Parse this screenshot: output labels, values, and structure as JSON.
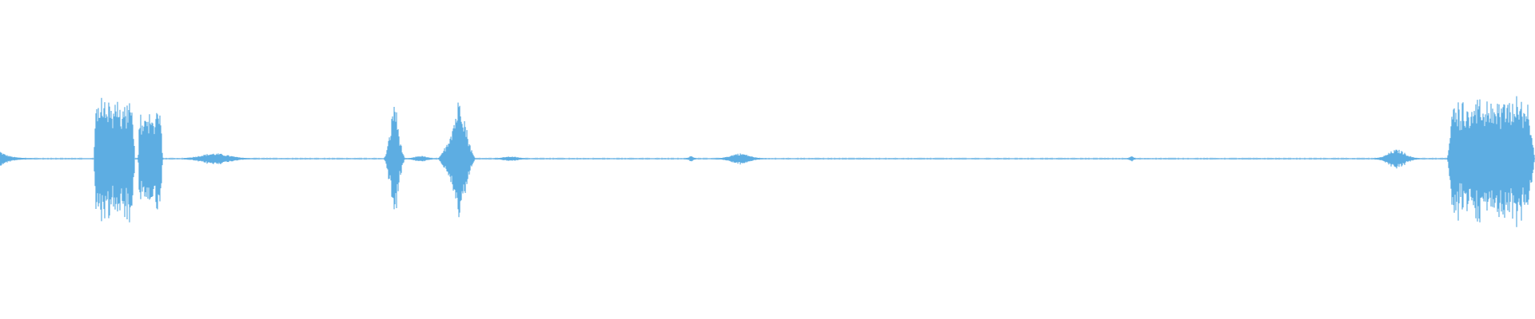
{
  "waveform": {
    "color": "#5dade2",
    "background": "#ffffff",
    "bursts": [
      {
        "name": "burst-1",
        "start": 0.0,
        "end": 0.022,
        "amp": 0.06,
        "peak": 0.3,
        "shape": "decay"
      },
      {
        "name": "burst-2",
        "start": 0.061,
        "end": 0.088,
        "amp": 0.5,
        "peak": 0.2,
        "shape": "block"
      },
      {
        "name": "burst-3",
        "start": 0.09,
        "end": 0.106,
        "amp": 0.4,
        "peak": 0.5,
        "shape": "block"
      },
      {
        "name": "burst-4",
        "start": 0.12,
        "end": 0.17,
        "amp": 0.04,
        "peak": 0.4,
        "shape": "bump"
      },
      {
        "name": "burst-5",
        "start": 0.25,
        "end": 0.264,
        "amp": 0.52,
        "peak": 0.5,
        "shape": "spike"
      },
      {
        "name": "burst-6",
        "start": 0.264,
        "end": 0.284,
        "amp": 0.02,
        "peak": 0.5,
        "shape": "bump"
      },
      {
        "name": "burst-7",
        "start": 0.285,
        "end": 0.31,
        "amp": 0.55,
        "peak": 0.6,
        "shape": "spike"
      },
      {
        "name": "burst-8",
        "start": 0.32,
        "end": 0.345,
        "amp": 0.015,
        "peak": 0.5,
        "shape": "bump"
      },
      {
        "name": "burst-9",
        "start": 0.446,
        "end": 0.454,
        "amp": 0.02,
        "peak": 0.5,
        "shape": "spike"
      },
      {
        "name": "burst-10",
        "start": 0.466,
        "end": 0.498,
        "amp": 0.04,
        "peak": 0.5,
        "shape": "bump"
      },
      {
        "name": "burst-11",
        "start": 0.734,
        "end": 0.74,
        "amp": 0.025,
        "peak": 0.5,
        "shape": "spike"
      },
      {
        "name": "burst-12",
        "start": 0.895,
        "end": 0.925,
        "amp": 0.07,
        "peak": 0.5,
        "shape": "bump"
      },
      {
        "name": "burst-13",
        "start": 0.943,
        "end": 1.0,
        "amp": 0.5,
        "peak": 0.3,
        "shape": "block"
      }
    ],
    "baseline_amp": 0.004
  }
}
